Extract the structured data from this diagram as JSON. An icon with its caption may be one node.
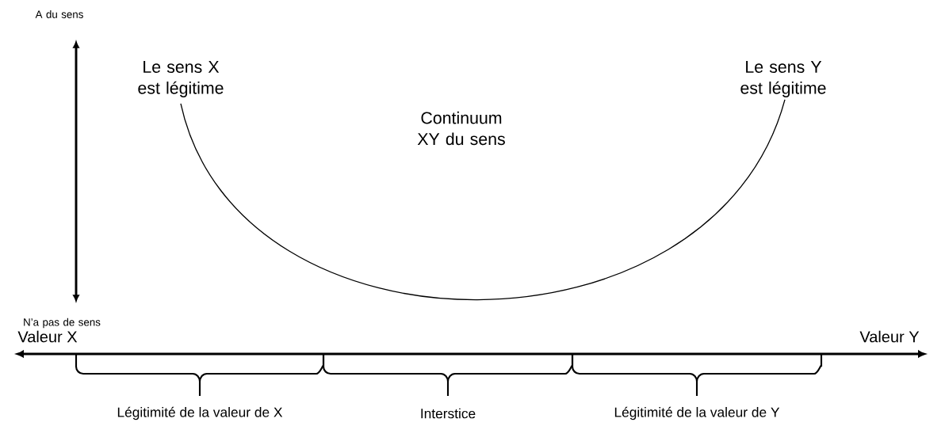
{
  "diagram": {
    "nodes": [
      {
        "text": [
          "Le sens X est légitime"
        ]
      },
      {
        "text": [
          "Le sens Y est légitime"
        ]
      }
    ],
    "edges": [
      {
        "from": 0,
        "to": 1,
        "arrow": "none"
      }
    ],
    "labels": [
      "A du sens",
      "N’a pas de sens",
      "Continuum XY du sens",
      "Valeur X",
      "Valeur Y",
      "Légitimité de la valeur de X",
      "Interstice",
      "Légitimité de la valeur de Y"
    ]
  }
}
